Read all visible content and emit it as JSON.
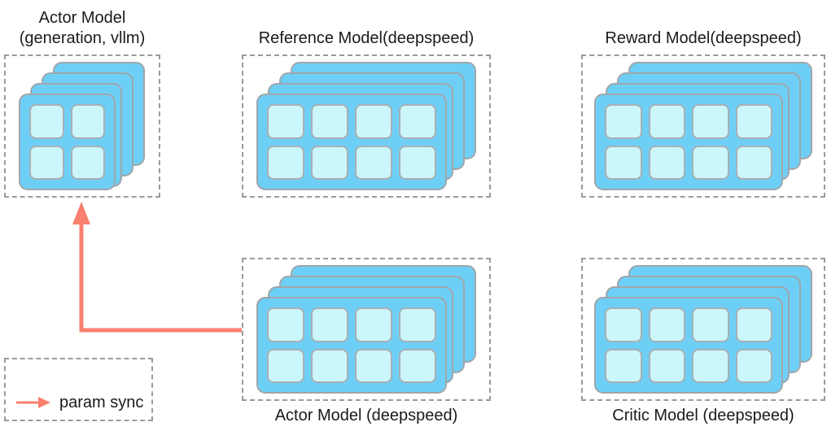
{
  "diagram": {
    "title_hidden": "",
    "accent_arrow_color": "#F9806F",
    "card_color": "#6ECFF6",
    "cell_color": "#CBF7FB",
    "box_border_color": "#9A9A9A",
    "text_color": "#1A1A1A"
  },
  "groups": [
    {
      "id": "actor-vllm",
      "caption_lines": [
        "Actor Model",
        "(generation, vllm)"
      ],
      "caption_position": "above",
      "layers": 4,
      "grid": "2x2",
      "cells": 4
    },
    {
      "id": "reference",
      "caption_lines": [
        "Reference Model(deepspeed)"
      ],
      "caption_position": "above",
      "layers": 4,
      "grid": "4x2",
      "cells": 8
    },
    {
      "id": "reward",
      "caption_lines": [
        "Reward Model(deepspeed)"
      ],
      "caption_position": "above",
      "layers": 4,
      "grid": "4x2",
      "cells": 8
    },
    {
      "id": "actor-deepspeed",
      "caption_lines": [
        "Actor Model (deepspeed)"
      ],
      "caption_position": "below",
      "layers": 4,
      "grid": "4x2",
      "cells": 8
    },
    {
      "id": "critic",
      "caption_lines": [
        "Critic Model (deepspeed)"
      ],
      "caption_position": "below",
      "layers": 4,
      "grid": "4x2",
      "cells": 8
    }
  ],
  "legend": {
    "label": "param sync",
    "arrow_color": "#F9806F"
  },
  "connection": {
    "label": "param sync",
    "from": "actor-deepspeed",
    "to": "actor-vllm"
  }
}
